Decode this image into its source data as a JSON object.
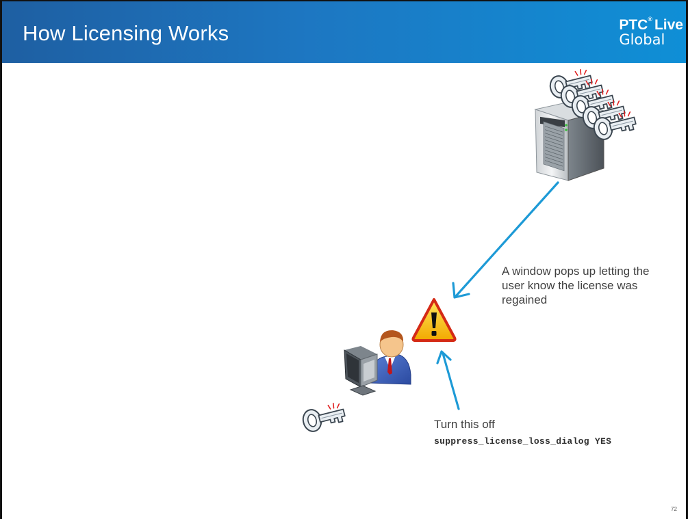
{
  "header": {
    "title": "How Licensing Works",
    "logo_brand": "PTC",
    "logo_registered": "®",
    "logo_line1_rest": "Live",
    "logo_line2": "Global"
  },
  "notes": {
    "popup_text": "A window pops up letting the user know the license was regained",
    "turn_off_text": "Turn this off",
    "config_option": "suppress_license_loss_dialog YES"
  },
  "footer": {
    "page_number": "72"
  },
  "icons": [
    "key-icon",
    "server-icon",
    "warning-icon",
    "user-at-computer-icon",
    "arrow-icon"
  ],
  "colors": {
    "header_start": "#1e5fa2",
    "header_end": "#0f8fd6",
    "arrow": "#1d9ad6",
    "warning": "#f5b800"
  }
}
